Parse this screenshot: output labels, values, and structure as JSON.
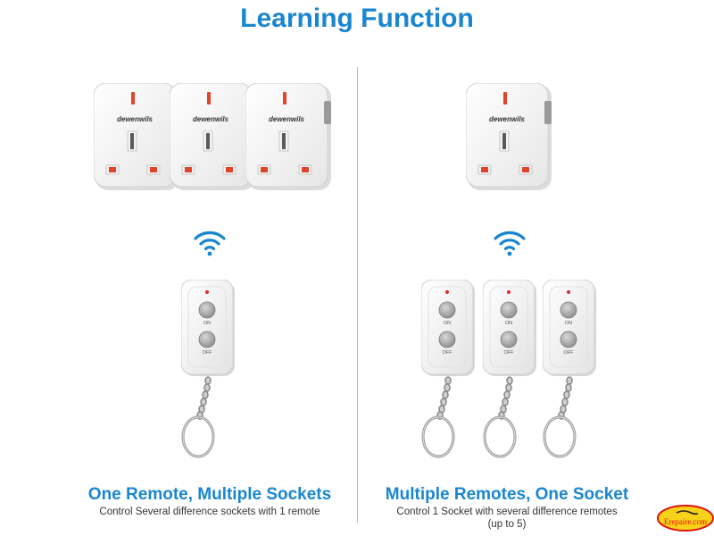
{
  "title": "Learning Function",
  "brand": "dewenwils",
  "left": {
    "heading": "One Remote, Multiple Sockets",
    "subtext": "Control Several difference sockets with 1 remote"
  },
  "right": {
    "heading": "Multiple Remotes, One Socket",
    "subtext_line1": "Control 1 Socket with several difference remotes",
    "subtext_line2": "(up to 5)"
  },
  "remote": {
    "on_label": "ON",
    "off_label": "OFF"
  },
  "watermark": "Erepaire.com",
  "colors": {
    "accent": "#1a86d0",
    "socket_red": "#e0452b",
    "body_white": "#f7f7f7"
  }
}
